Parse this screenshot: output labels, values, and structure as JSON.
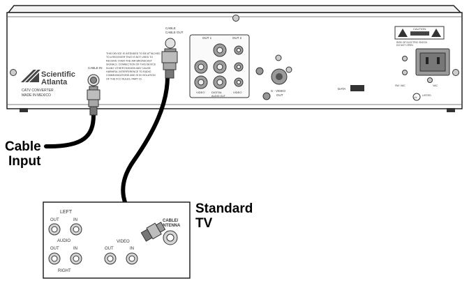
{
  "converter": {
    "brand_line1": "Scientific",
    "brand_line2": "Atlanta",
    "model_line1": "CATV CONVERTER",
    "model_line2": "MADE IN MEXICO",
    "cable_in_label": "CABLE IN",
    "cable_out_label": "CABLE OUT",
    "notice_text": [
      "THIS DEVICE IS INTENDED TO BE ATTACHED",
      "TO A RECEIVER THAT IS NOT USED TO",
      "RECEIVE OVER-THE-AIR BROADCAST",
      "SIGNALS. CONNECTION OF THIS DEVICE",
      "IN ANY OTHER FASHION MAY CAUSE",
      "HARMFUL INTERFERENCE TO RADIO",
      "COMMUNICATIONS AND IS IN VIOLATION",
      "OF THE FCC RULES, PART 15."
    ],
    "out1_label": "OUT 1",
    "out2_label": "OUT 2",
    "rca_bottom_labels": [
      "VIDEO",
      "DIGITAL",
      "VIDEO"
    ],
    "audio_out_label": "AUDIO OUT",
    "svideo_label": "S - VIDEO",
    "svideo_sub": "OUT",
    "data_label": "DATA",
    "caution_label": "CAUTION",
    "warning_lines": [
      "RISK OF ELECTRIC SHOCK",
      "DO NOT OPEN"
    ],
    "ac_out_label": "SW. VAC",
    "ac_in_label": "VAC",
    "listed_label": "LISTED",
    "ul_label": "UL"
  },
  "tv": {
    "left_label": "LEFT",
    "out_label": "OUT",
    "in_label": "IN",
    "audio_label": "AUDIO",
    "right_label": "RIGHT",
    "video_label": "VIDEO",
    "video_out_label": "OUT",
    "video_in_label": "IN",
    "cable_antenna_line1": "CABLE/",
    "cable_antenna_line2": "ANTENNA"
  },
  "callouts": {
    "cable_input_line1": "Cable",
    "cable_input_line2": "Input",
    "standard_tv_line1": "Standard",
    "standard_tv_line2": "TV"
  },
  "colors": {
    "panel_fill": "#ffffff",
    "panel_stroke": "#222222",
    "connector_fill": "#bdbdbd",
    "connector_dark": "#6a6a6a",
    "cable": "#000000"
  }
}
